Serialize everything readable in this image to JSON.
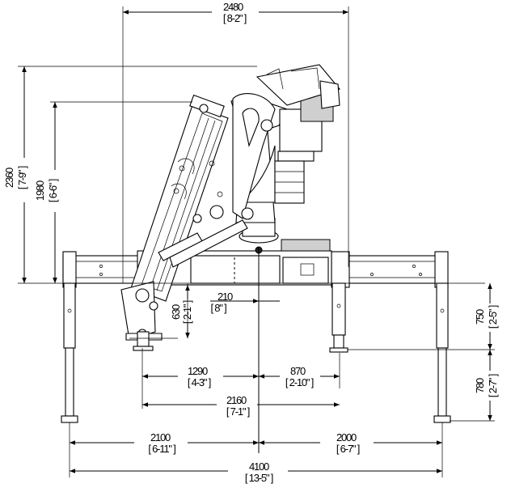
{
  "diagram": {
    "dimensions": [
      {
        "id": "overall-width-top",
        "mm": "2480",
        "ft": "[ 8-2\" ]"
      },
      {
        "id": "total-height",
        "mm": "2360",
        "ft": "[ 7-9\" ]"
      },
      {
        "id": "boom-height",
        "mm": "1980",
        "ft": "[ 6-6\" ]"
      },
      {
        "id": "column-offset",
        "mm": "210",
        "ft": "[ 8\" ]"
      },
      {
        "id": "boom-drop",
        "mm": "630",
        "ft": "[ 2-1\" ]"
      },
      {
        "id": "stabilizer-height",
        "mm": "750",
        "ft": "[ 2-5\" ]"
      },
      {
        "id": "stabilizer-stroke",
        "mm": "780",
        "ft": "[ 2-7\" ]"
      },
      {
        "id": "inner-left",
        "mm": "1290",
        "ft": "[ 4-3\" ]"
      },
      {
        "id": "inner-right",
        "mm": "870",
        "ft": "[ 2-10\" ]"
      },
      {
        "id": "inner-total",
        "mm": "2160",
        "ft": "[ 7-1\" ]"
      },
      {
        "id": "outer-left",
        "mm": "2100",
        "ft": "[ 6-11\" ]"
      },
      {
        "id": "outer-right",
        "mm": "2000",
        "ft": "[ 6-7\" ]"
      },
      {
        "id": "outer-total",
        "mm": "4100",
        "ft": "[ 13-5\" ]"
      }
    ]
  }
}
